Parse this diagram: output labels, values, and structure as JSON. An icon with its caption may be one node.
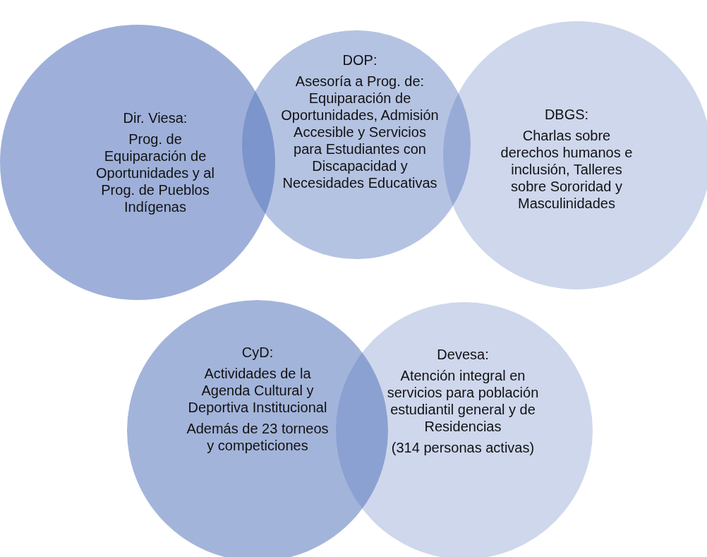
{
  "diagram": {
    "nodes": [
      {
        "text": [
          "Dir. Viesa:",
          "Prog. de Equiparación de Oportunidades y al Prog. de Pueblos Indígenas"
        ]
      },
      {
        "text": [
          "DOP:",
          "Asesoría a Prog. de: Equiparación de Oportunidades, Admisión Accesible y Servicios para Estudiantes con Discapacidad y Necesidades Educativas"
        ]
      },
      {
        "text": [
          "DBGS:",
          "Charlas sobre derechos humanos e inclusión, Talleres sobre Sororidad y Masculinidades"
        ]
      },
      {
        "text": [
          "CyD:",
          "Actividades de la Agenda Cultural y Deportiva Institucional",
          "Además de 23 torneos y competiciones"
        ]
      },
      {
        "text": [
          "Devesa:",
          "Atención integral en servicios para población estudiantil general y de Residencias",
          "(314 personas activas)"
        ]
      }
    ]
  }
}
